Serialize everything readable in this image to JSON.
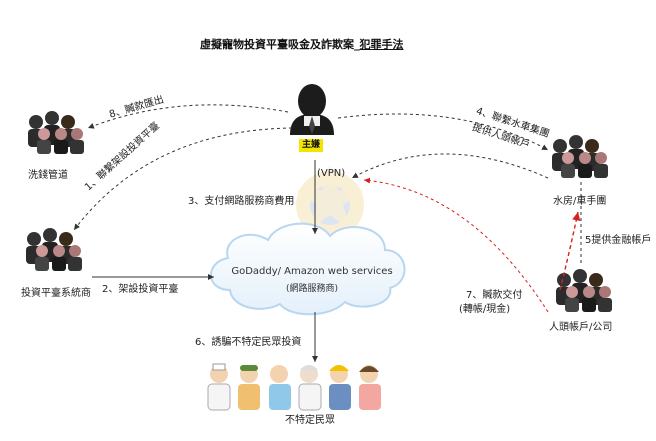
{
  "title": {
    "main": "虛擬寵物投資平臺吸金及詐欺案",
    "highlight": "犯罪手法"
  },
  "boss": {
    "tag": "主嫌",
    "vpn": "(VPN)"
  },
  "cloud": {
    "main": "GoDaddy/ Amazon web services",
    "sub": "(網路服務商)"
  },
  "nodes": {
    "laundering": "洗錢管道",
    "platform_system": "投資平臺系統商",
    "water_house": "水房/車手團",
    "account_company": "人頭帳戶/公司",
    "public": "不特定民眾"
  },
  "steps": {
    "s1": "1、聯繫架設投資平臺",
    "s2": "2、架設投資平臺",
    "s3": "3、支付網路服務商費用",
    "s4a": "4、聯繫水車集團",
    "s4b": "提供人頭帳戶",
    "s5": "5提供金融帳戶",
    "s6": "6、誘騙不特定民眾投資",
    "s7a": "7、贓款交付",
    "s7b": "(轉帳/現金)",
    "s8": "8、贓款匯出"
  },
  "colors": {
    "highlight": "#f2e600",
    "dashed_red": "#d62020",
    "dashed_dark": "#333333",
    "cloud_fill": "#eef5fc",
    "cloud_stroke": "#b9d6f0"
  }
}
